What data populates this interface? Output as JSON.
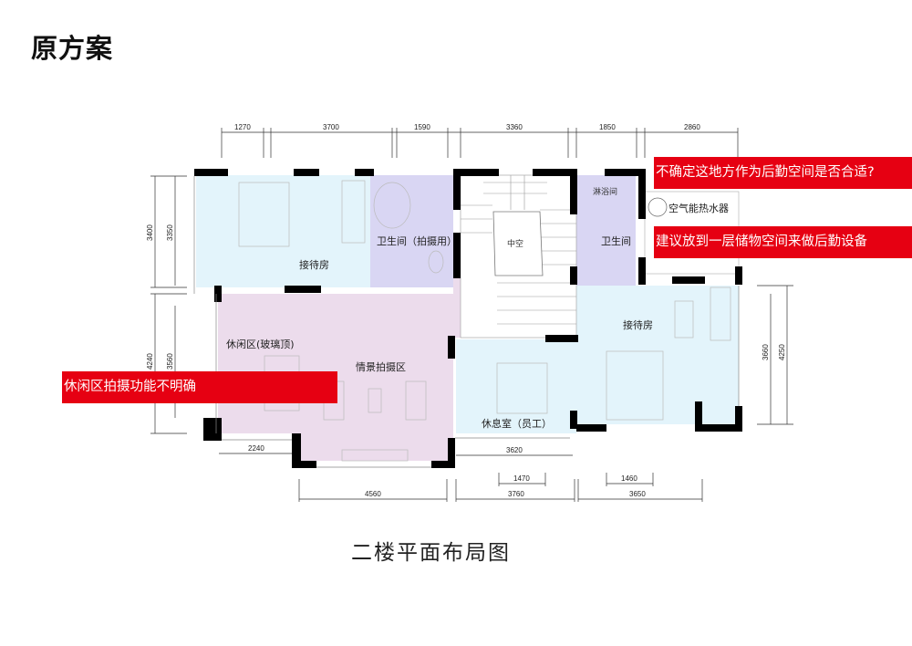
{
  "title": "原方案",
  "caption": "二楼平面布局图",
  "colors": {
    "callout": "#e60012",
    "reception_room": "#e3f4fb",
    "bathroom": "#d9d6f3",
    "photo_area": "#ecdcec"
  },
  "rooms": {
    "reception_left": "接待房",
    "bathroom_photo": "卫生间（拍摄用）",
    "void": "中空",
    "shower": "淋浴间",
    "bathroom": "卫生间",
    "heater": "空气能热水器",
    "reception_right": "接待房",
    "leisure": "休闲区(玻璃顶)",
    "photo_area": "情景拍摄区",
    "staff_rest": "休息室（员工）"
  },
  "dimensions": {
    "top": [
      "1270",
      "3700",
      "1590",
      "3360",
      "1850",
      "2860"
    ],
    "left": [
      "3400",
      "3350",
      "4240",
      "3560"
    ],
    "right": [
      "3660",
      "4250"
    ],
    "bottom": [
      "2240",
      "3620",
      "1470",
      "1460",
      "4560",
      "3760",
      "3650"
    ]
  },
  "callouts": [
    "不确定这地方作为后勤空间是否合适?",
    "建议放到一层储物空间来做后勤设备",
    "休闲区拍摄功能不明确"
  ]
}
